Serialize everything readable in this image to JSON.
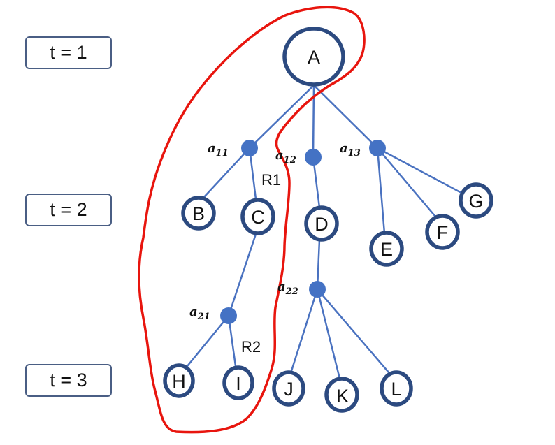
{
  "time_steps": [
    {
      "label": "t = 1"
    },
    {
      "label": "t = 2"
    },
    {
      "label": "t = 3"
    }
  ],
  "nodes": {
    "A": "A",
    "B": "B",
    "C": "C",
    "D": "D",
    "E": "E",
    "F": "F",
    "G": "G",
    "H": "H",
    "I": "I",
    "J": "J",
    "K": "K",
    "L": "L"
  },
  "actions": {
    "a11": {
      "base": "a",
      "sub": "11"
    },
    "a12": {
      "base": "a",
      "sub": "12"
    },
    "a13": {
      "base": "a",
      "sub": "13"
    },
    "a21": {
      "base": "a",
      "sub": "21"
    },
    "a22": {
      "base": "a",
      "sub": "22"
    }
  },
  "rewards": {
    "r1": "R1",
    "r2": "R2"
  },
  "colors": {
    "node_stroke": "#2c4a80",
    "edge": "#4a72c0",
    "action_fill": "#4472c4",
    "highlight": "#e8150e",
    "box_border": "#4a5e84"
  }
}
